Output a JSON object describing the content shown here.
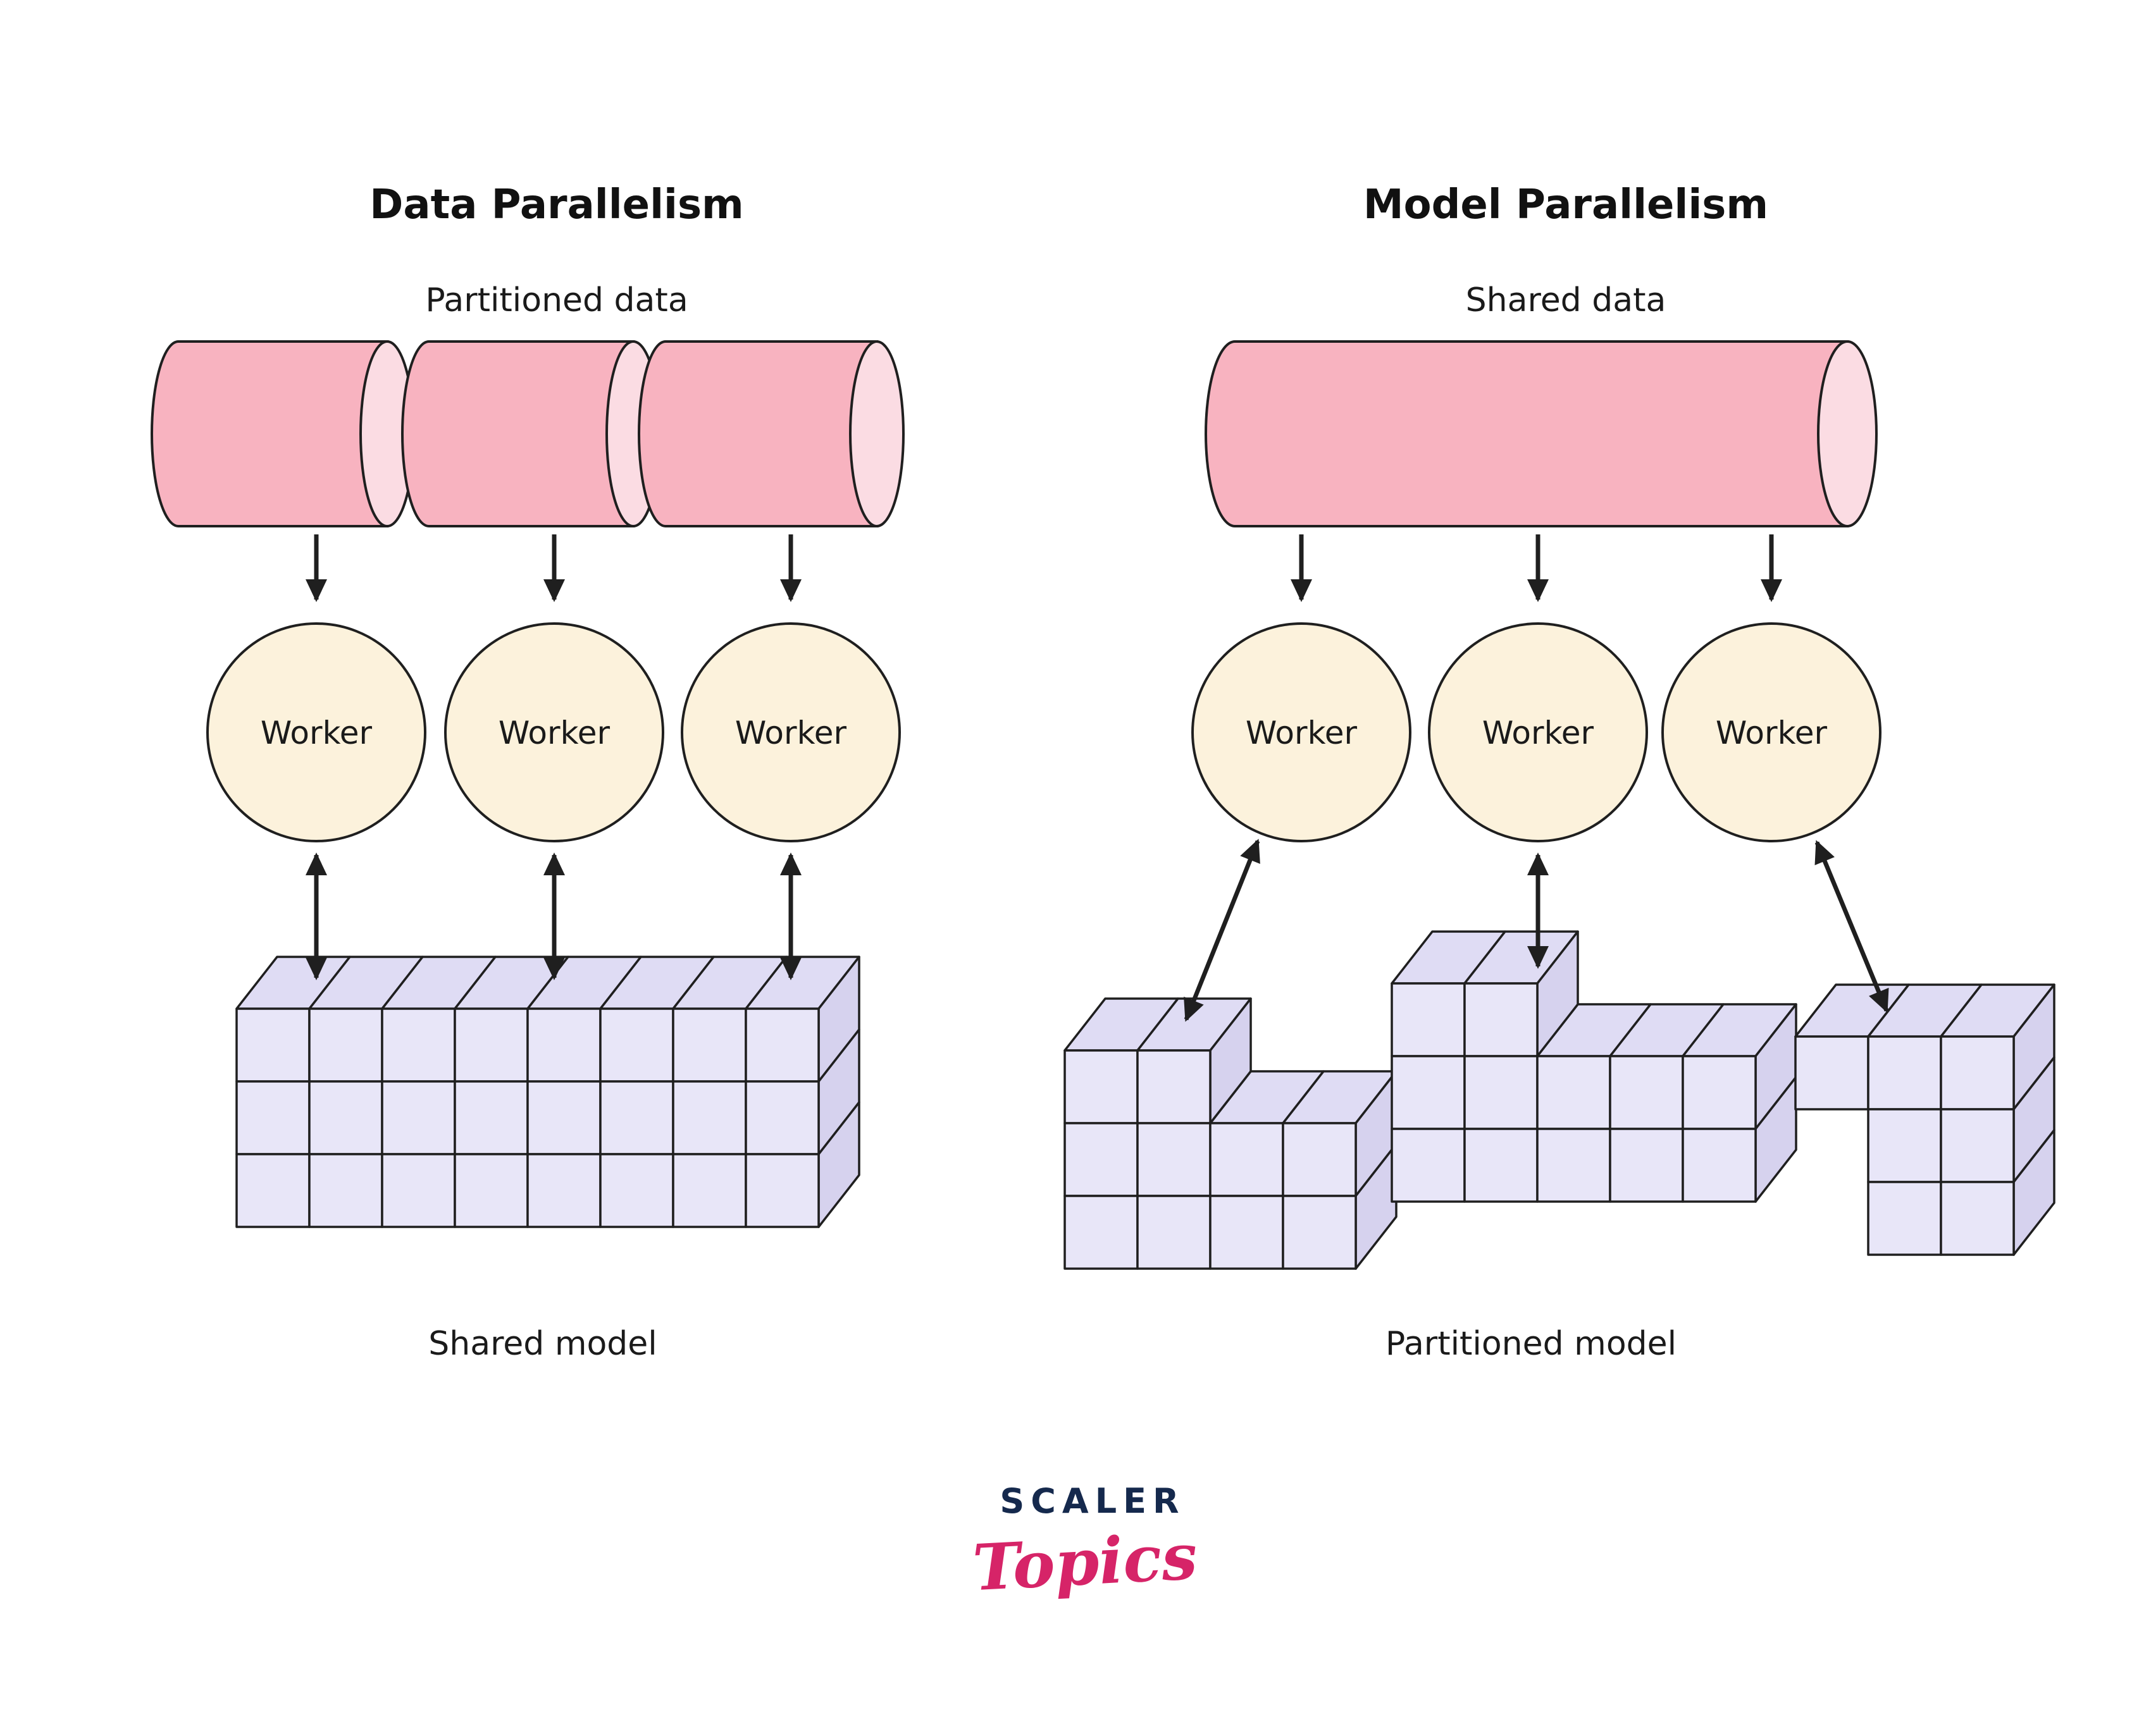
{
  "diagram": {
    "left": {
      "title": "Data Parallelism",
      "data_label": "Partitioned data",
      "workers": [
        "Worker",
        "Worker",
        "Worker"
      ],
      "model_label": "Shared model"
    },
    "right": {
      "title": "Model Parallelism",
      "data_label": "Shared data",
      "workers": [
        "Worker",
        "Worker",
        "Worker"
      ],
      "model_label": "Partitioned model"
    },
    "logo": {
      "brand": "SCALER",
      "wordmark": "Topics"
    },
    "icons": {
      "down_arrow": "data-flow-arrow",
      "double_arrow": "model-sync-arrow"
    },
    "colors": {
      "data_cylinder": "#f8b3c0",
      "data_cylinder_cap": "#fbdce3",
      "worker_fill": "#fcf2dc",
      "model_front": "#e8e6f8",
      "model_top": "#dfdcf4",
      "model_side": "#d6d2ee",
      "outline": "#1f1f1f",
      "logo_navy": "#15294d",
      "logo_pink": "#d62468",
      "background": "#ffffff"
    }
  }
}
